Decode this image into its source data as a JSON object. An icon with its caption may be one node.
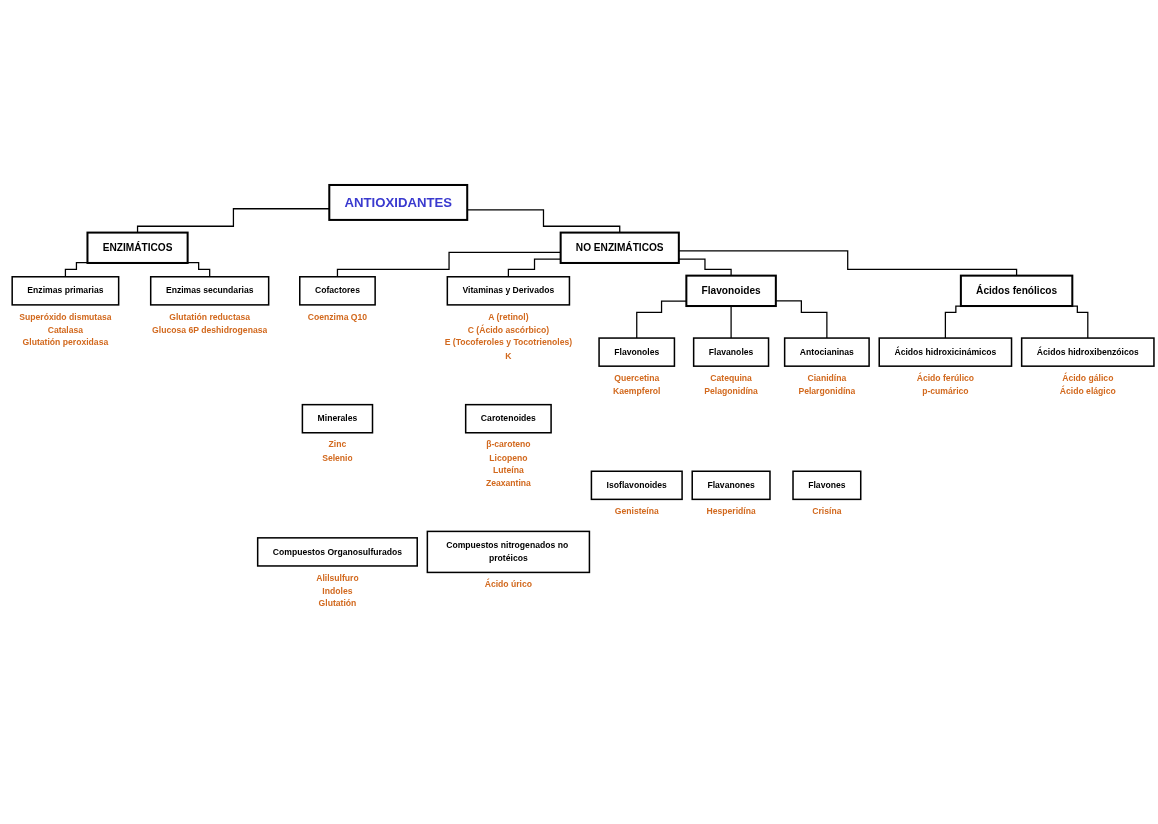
{
  "diagram": {
    "nodes": [
      {
        "text": [
          "ANTIOXIDANTES"
        ]
      },
      {
        "text": [
          "ENZIMÁTICOS"
        ]
      },
      {
        "text": [
          "NO ENZIMÁTICOS"
        ]
      },
      {
        "text": [
          "Enzimas primarias"
        ],
        "beside": [
          "Superóxido dismutasa",
          "Catalasa",
          "Glutatión peroxidasa"
        ]
      },
      {
        "text": [
          "Enzimas secundarias"
        ],
        "beside": [
          "Glutatión reductasa",
          "Glucosa 6P deshidrogenasa"
        ]
      },
      {
        "text": [
          "Cofactores"
        ],
        "beside": [
          "Coenzima Q10"
        ]
      },
      {
        "text": [
          "Vitaminas y Derivados"
        ],
        "beside": [
          "A (retinol)",
          "C (Ácido ascórbico)",
          "E (Tocoferoles y Tocotrienoles)",
          "K"
        ]
      },
      {
        "text": [
          "Minerales"
        ],
        "beside": [
          "Zinc",
          "Selenio"
        ]
      },
      {
        "text": [
          "Carotenoides"
        ],
        "beside": [
          "β-caroteno",
          "Licopeno",
          "Luteína",
          "Zeaxantina"
        ]
      },
      {
        "text": [
          "Compuestos Organosulfurados"
        ],
        "beside": [
          "Alilsulfuro",
          "Indoles",
          "Glutatión"
        ]
      },
      {
        "text": [
          "Flavonoides"
        ]
      },
      {
        "text": [
          "Compuestos nitrogenados no protéicos"
        ],
        "beside": [
          "Ácido úrico"
        ]
      },
      {
        "text": [
          "Flavonoles"
        ],
        "beside": [
          "Quercetina",
          "Kaempferol"
        ]
      },
      {
        "text": [
          "Flavanoles"
        ],
        "beside": [
          "Catequina",
          "Pelagonidína"
        ]
      },
      {
        "text": [
          "Antocianinas"
        ],
        "beside": [
          "Cianidína",
          "Pelargonidína"
        ]
      },
      {
        "text": [
          "Ácidos fenólicos"
        ]
      },
      {
        "text": [
          "Isoflavonoides"
        ],
        "beside": [
          "Genisteína"
        ]
      },
      {
        "text": [
          "Flavanones"
        ],
        "beside": [
          "Hesperidína"
        ]
      },
      {
        "text": [
          "Flavones"
        ],
        "beside": [
          "Crisína"
        ]
      },
      {
        "text": [
          "Ácidos hidroxicinámicos"
        ],
        "beside": [
          "Ácido ferúlico",
          "p-cumárico"
        ]
      },
      {
        "text": [
          "Ácidos hidroxibenzóicos"
        ],
        "beside": [
          "Ácido gálico",
          "Ácido elágico"
        ]
      }
    ],
    "edges": [
      {
        "from": 0,
        "to": 1,
        "arrow": "none"
      },
      {
        "from": 0,
        "to": 2,
        "arrow": "none"
      },
      {
        "from": 1,
        "to": 3,
        "arrow": "none"
      },
      {
        "from": 1,
        "to": 4,
        "arrow": "none"
      },
      {
        "from": 2,
        "to": 10,
        "arrow": "none"
      },
      {
        "from": 2,
        "to": 5,
        "arrow": "none"
      },
      {
        "from": 2,
        "to": 15,
        "arrow": "none"
      },
      {
        "from": 2,
        "to": 6,
        "arrow": "none"
      },
      {
        "from": 10,
        "to": 12,
        "arrow": "none"
      },
      {
        "from": 10,
        "to": 13,
        "arrow": "none"
      },
      {
        "from": 10,
        "to": 14,
        "arrow": "none"
      },
      {
        "from": 15,
        "to": 19,
        "arrow": "none"
      },
      {
        "from": 15,
        "to": 20,
        "arrow": "none"
      }
    ]
  }
}
